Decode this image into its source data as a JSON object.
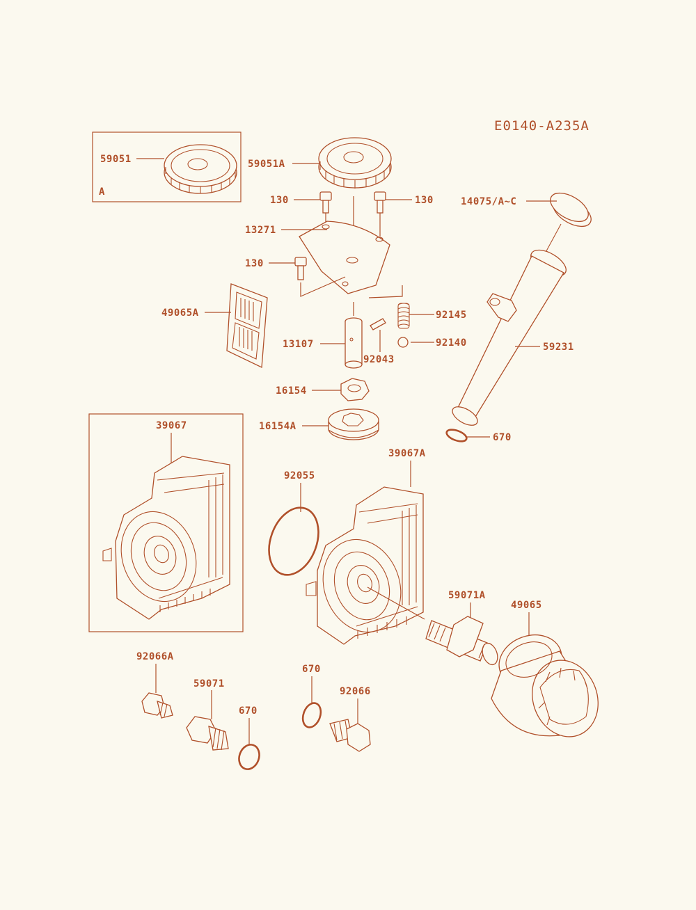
{
  "diagram_code": "E0140-A235A",
  "box_a_label": "A",
  "colors": {
    "line": "#b0502a",
    "background": "#fbf9ef"
  },
  "labels": {
    "gear_59051": "59051",
    "gear_59051a": "59051A",
    "bolt_130_left": "130",
    "bolt_130_right": "130",
    "bolt_130_mid": "130",
    "plate_13271": "13271",
    "cap_14075": "14075/A~C",
    "screen_49065a": "49065A",
    "spring_92145": "92145",
    "ball_92140": "92140",
    "shaft_13107": "13107",
    "pin_92043": "92043",
    "tube_59231": "59231",
    "rotor_16154": "16154",
    "rotor_16154a": "16154A",
    "oring_670_top": "670",
    "cover_39067": "39067",
    "cover_39067a": "39067A",
    "gasket_92055": "92055",
    "fitting_59071a": "59071A",
    "filter_49065": "49065",
    "plug_92066a": "92066A",
    "fitting_59071": "59071",
    "oring_670_left": "670",
    "oring_670_mid": "670",
    "plug_92066": "92066"
  }
}
